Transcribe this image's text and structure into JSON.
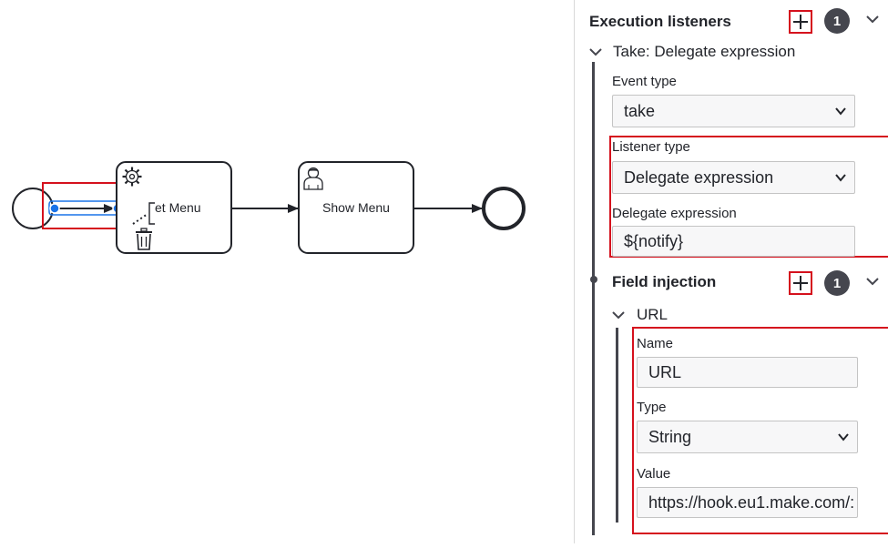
{
  "diagram": {
    "tasks": [
      {
        "label": "Get Menu",
        "visible_text": "et Menu",
        "type": "service"
      },
      {
        "label": "Show Menu",
        "type": "user"
      }
    ]
  },
  "panel": {
    "execution_listeners": {
      "title": "Execution listeners",
      "count": "1",
      "listener": {
        "title": "Take: Delegate expression",
        "event_type_label": "Event type",
        "event_type_value": "take",
        "listener_type_label": "Listener type",
        "listener_type_value": "Delegate expression",
        "delegate_expression_label": "Delegate expression",
        "delegate_expression_value": "${notify}"
      }
    },
    "field_injection": {
      "title": "Field injection",
      "count": "1",
      "field": {
        "title": "URL",
        "name_label": "Name",
        "name_value": "URL",
        "type_label": "Type",
        "type_value": "String",
        "value_label": "Value",
        "value_value": "https://hook.eu1.make.com/:"
      }
    }
  },
  "colors": {
    "highlight": "#d5111d",
    "selection": "#1a73e8",
    "badge": "#45464e"
  }
}
